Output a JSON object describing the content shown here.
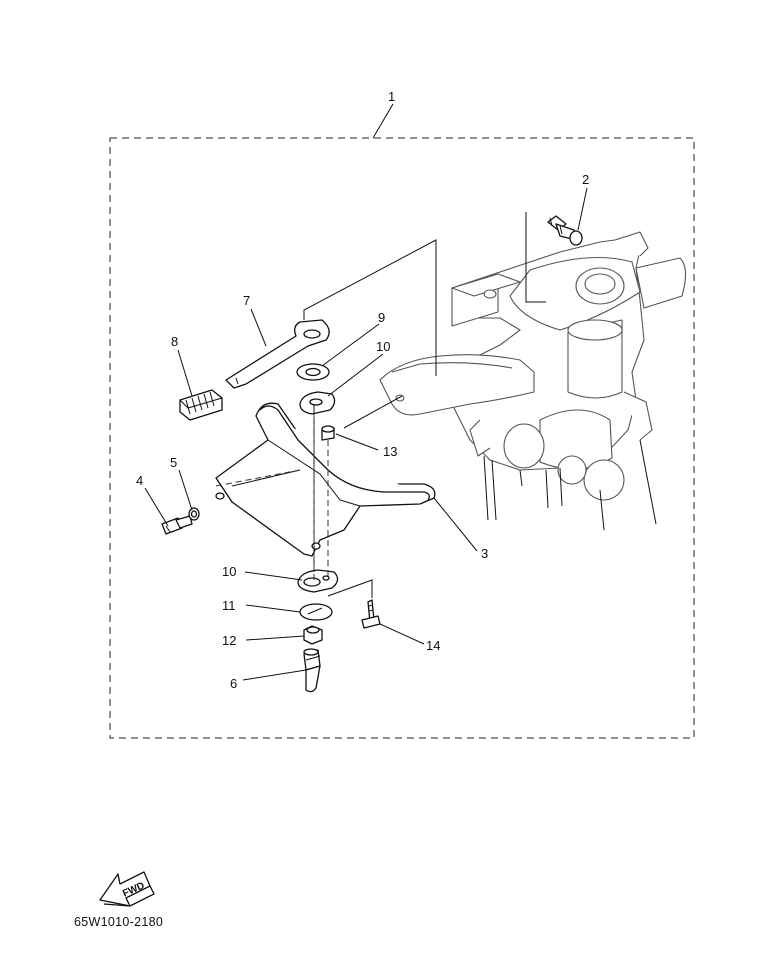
{
  "diagram": {
    "part_labels": [
      {
        "id": "1",
        "text": "1"
      },
      {
        "id": "2",
        "text": "2"
      },
      {
        "id": "3",
        "text": "3"
      },
      {
        "id": "4",
        "text": "4"
      },
      {
        "id": "5",
        "text": "5"
      },
      {
        "id": "6",
        "text": "6"
      },
      {
        "id": "7",
        "text": "7"
      },
      {
        "id": "8",
        "text": "8"
      },
      {
        "id": "9",
        "text": "9"
      },
      {
        "id": "10a",
        "text": "10"
      },
      {
        "id": "10b",
        "text": "10"
      },
      {
        "id": "11",
        "text": "11"
      },
      {
        "id": "12",
        "text": "12"
      },
      {
        "id": "13",
        "text": "13"
      },
      {
        "id": "14",
        "text": "14"
      }
    ],
    "fwd_text": "FWD",
    "drawing_code": "65W1010-2180"
  }
}
